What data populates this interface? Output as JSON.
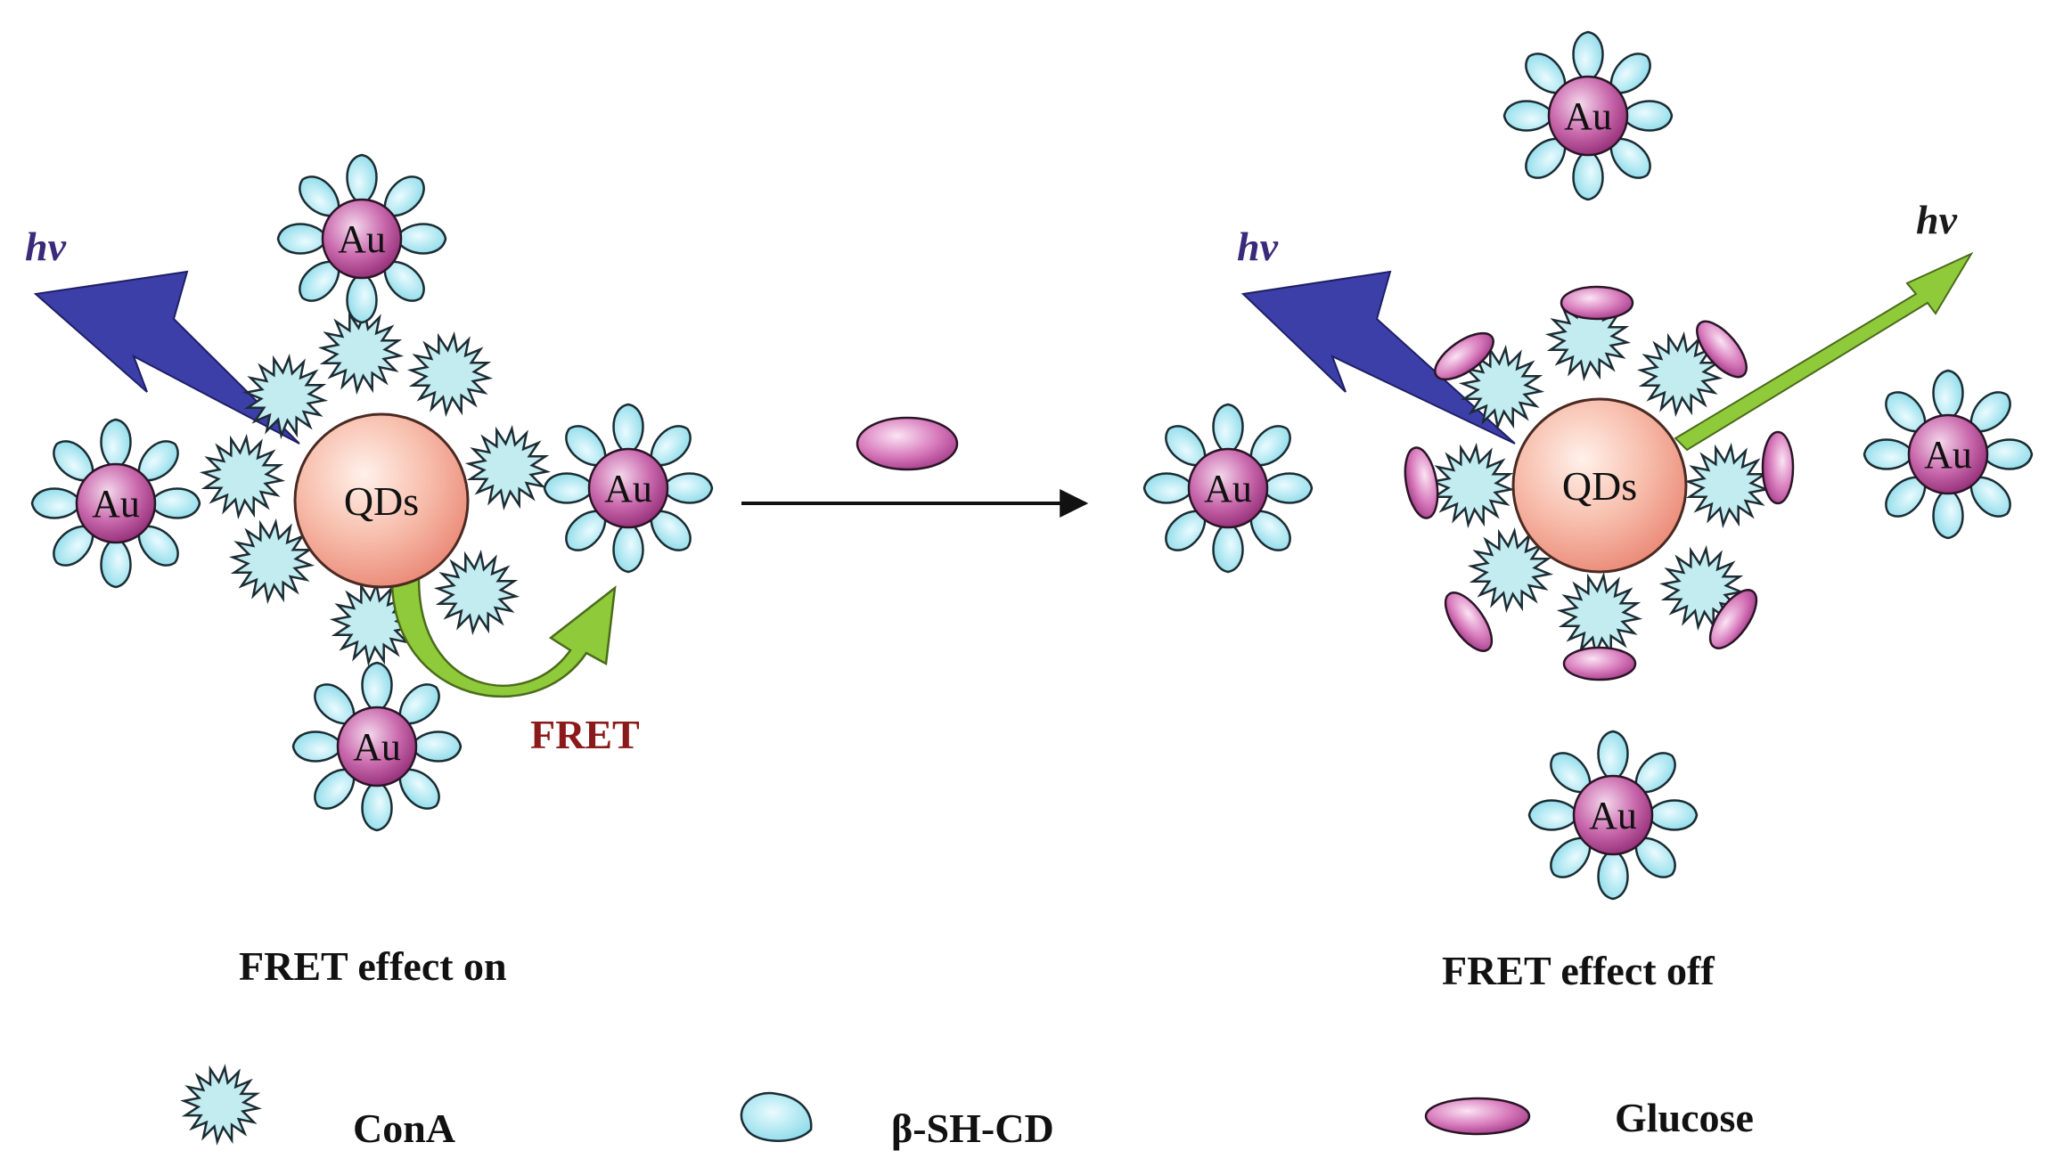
{
  "labels": {
    "au": "Au",
    "qds": "QDs",
    "hv": "hv",
    "fret": "FRET",
    "caption_on": "FRET effect on",
    "caption_off": "FRET effect off"
  },
  "legend": {
    "cona": "ConA",
    "cd": "β-SH-CD",
    "glucose": "Glucose"
  },
  "colors": {
    "lightning": "#3d3fa8",
    "fret_arrow": "#8fca3a",
    "emission_arrow": "#8fca3a",
    "qd_fill": "#f6b2a2",
    "au_fill": "#b0428c",
    "cd_fill": "#a9e6f0",
    "cona_fill": "#bfe9ee",
    "glucose_fill": "#c04f9e",
    "fret_text": "#8b1a1a",
    "hv_text": "#3a2a7a"
  }
}
